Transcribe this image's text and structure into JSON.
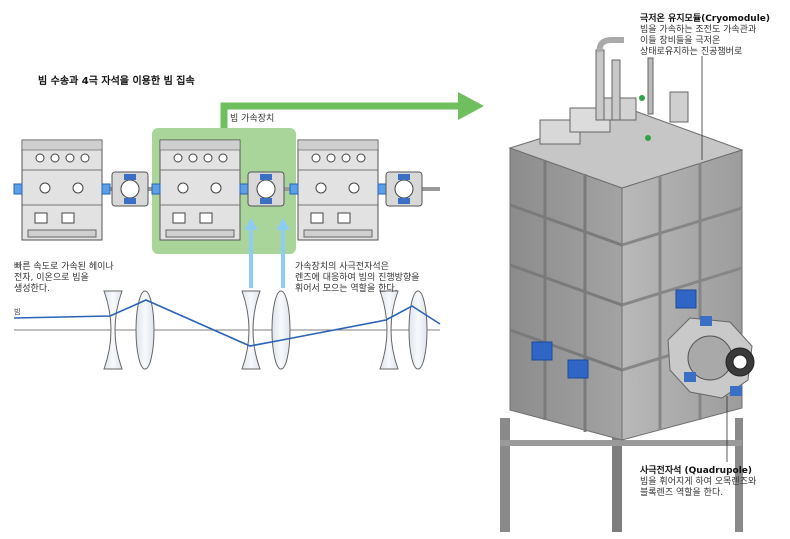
{
  "title": "빔 수송과 4극 자석을 이용한 빔 집속",
  "acceleration_label": "빔 가속장치",
  "fast_beam_text": [
    "빠른 속도로 가속된 헤이나",
    "전자, 이온으로 빔을",
    "생성한다."
  ],
  "quad_in_cavity_text": [
    "가속장치의 사극전자석은",
    "렌즈에 대응하여 빔의 진행방향을",
    "휘어서 모으는 역할을 한다."
  ],
  "beam_axis_label": "빔",
  "cryomodule": {
    "title": "극저온 유지모듈(Cryomodule)",
    "lines": [
      "빔을 가속하는 조전도 가속관과",
      "이들 장비들을 극저온",
      "상태로유지하는 진공챔버로"
    ]
  },
  "quadrupole": {
    "title": "사극전자석 (Quadrupole)",
    "lines": [
      "빔을 휘어지게 하여 오목렌즈와",
      "블록렌즈 역할을 한다."
    ]
  },
  "colors": {
    "green_box": "#a9d59a",
    "green_arrow": "#6fbf5e",
    "beam_line": "#2a62b8",
    "blue_arrow": "#8ecdf0",
    "quad_blue": "#3a6fc4",
    "tank_gray": "#9a9a9a"
  }
}
